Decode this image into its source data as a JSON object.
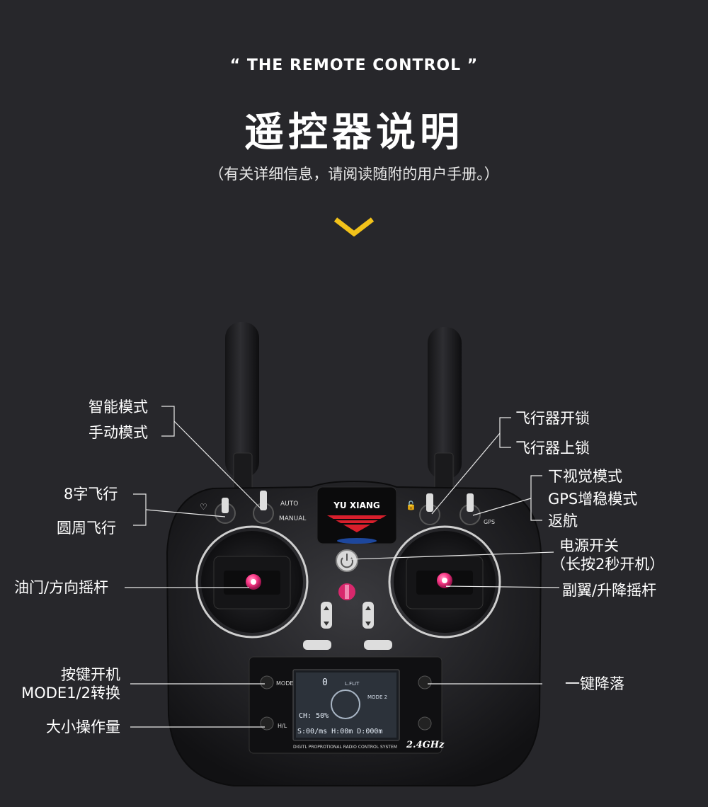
{
  "header": {
    "subtitle_en": "“ THE REMOTE CONTROL ”",
    "title_cn": "遥控器说明",
    "note_cn": "（有关详细信息，请阅读随附的用户手册。）"
  },
  "device": {
    "brand": "YU XIANG",
    "switch_auto": "AUTO",
    "switch_manual": "MANUAL",
    "mode_label": "MODE",
    "hl_label": "H/L",
    "gps_label": "GPS",
    "band": "2.4GHz",
    "footer": "DIGITL PROPROTIONAL RADIO CONTROL SYSTEM",
    "screen": {
      "mode": "MODE 2",
      "lflit": "L.FLIT",
      "ch": "CH: 50%",
      "readout": "S:00/ms H:00m D:000m",
      "num": "0"
    }
  },
  "labels": {
    "smart_mode": "智能模式",
    "manual_mode": "手动模式",
    "figure8": "8字飞行",
    "circle": "圆周飞行",
    "throttle": "油门/方向摇杆",
    "key_power": "按键开机",
    "mode_switch": "MODE1/2转换",
    "rate": "大小操作量",
    "unlock": "飞行器开锁",
    "lock": "飞行器上锁",
    "down_vision": "下视觉模式",
    "gps_mode": "GPS增稳模式",
    "return": "返航",
    "power_switch": "电源开关",
    "power_hold": "（长按2秒开机）",
    "aileron": "副翼/升降摇杆",
    "one_key_land": "一键降落"
  },
  "colors": {
    "background": "#27272b",
    "accent_yellow": "#f2c21a",
    "accent_red": "#e0203a",
    "stick_pink": "#ff3d8b"
  }
}
